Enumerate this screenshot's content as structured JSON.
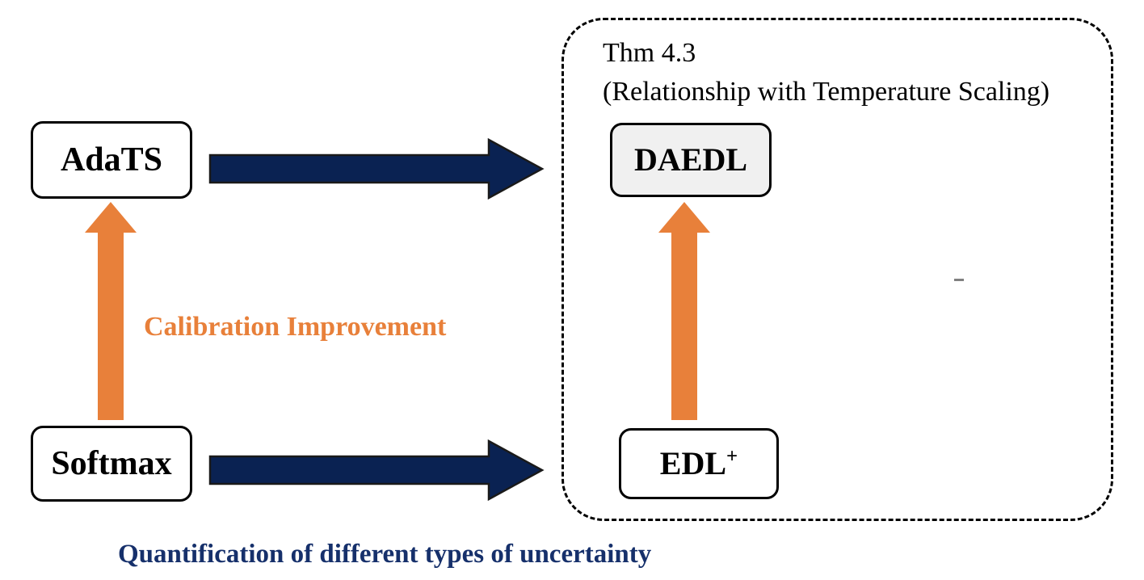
{
  "diagram": {
    "title_caption": "Quantification of different types of uncertainty",
    "calibration_label": "Calibration Improvement",
    "theorem": {
      "line1": "Thm 4.3",
      "line2": "(Relationship with Temperature Scaling)"
    },
    "boxes": [
      {
        "id": "adats",
        "label": "AdaTS",
        "fill": "#ffffff",
        "stroke": "#000000"
      },
      {
        "id": "softmax",
        "label": "Softmax",
        "fill": "#ffffff",
        "stroke": "#000000"
      },
      {
        "id": "daedl",
        "label": "DAEDL",
        "fill": "#f0f0f0",
        "stroke": "#000000"
      },
      {
        "id": "edlplus",
        "label": "EDL",
        "superscript": "+",
        "fill": "#ffffff",
        "stroke": "#000000"
      }
    ],
    "arrows": [
      {
        "id": "navy-top",
        "from": "AdaTS",
        "to": "DAEDL",
        "direction": "right",
        "color": "#0A2252"
      },
      {
        "id": "navy-bottom",
        "from": "Softmax",
        "to": "EDL+",
        "direction": "right",
        "color": "#0A2252"
      },
      {
        "id": "orange-left",
        "from": "Softmax",
        "to": "AdaTS",
        "direction": "up",
        "color": "#E8803A"
      },
      {
        "id": "orange-right",
        "from": "EDL+",
        "to": "DAEDL",
        "direction": "up",
        "color": "#E8803A"
      }
    ],
    "colors": {
      "navy_arrow": "#0A2252",
      "orange_arrow": "#E8803A",
      "orange_text": "#E8803A",
      "navy_text": "#16306B",
      "daedl_fill": "#f0f0f0",
      "border": "#000000",
      "background": "#ffffff"
    }
  }
}
